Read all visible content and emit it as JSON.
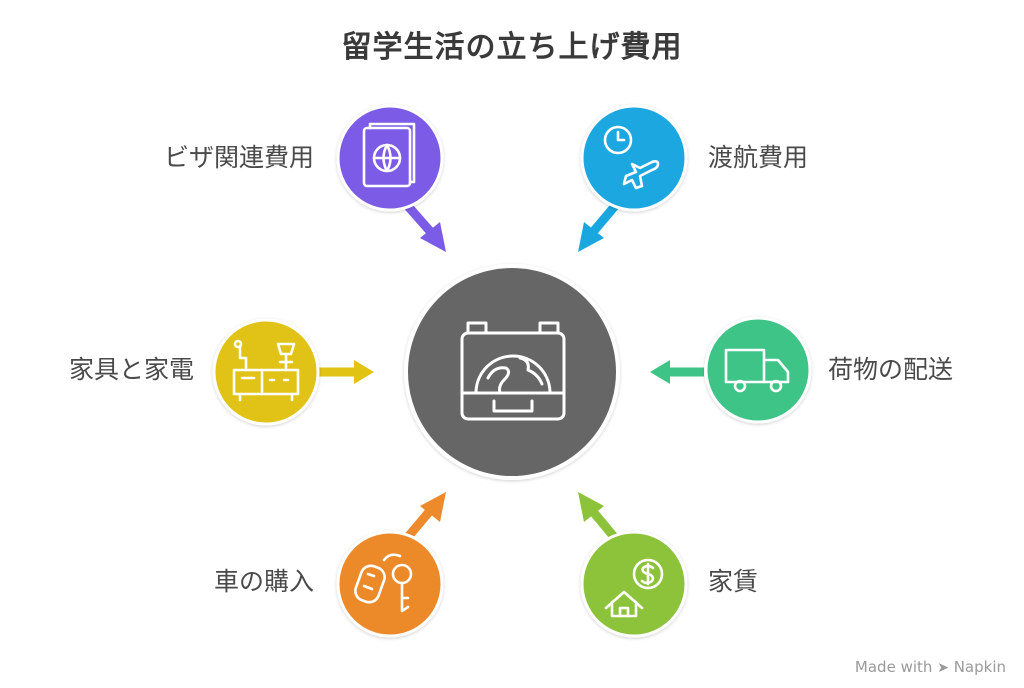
{
  "title": "留学生活の立ち上げ費用",
  "center": {
    "icon": "open-suitcase-globe-icon",
    "color": "#666666"
  },
  "items": [
    {
      "label": "ビザ関連費用",
      "icon": "passport-icon",
      "color": "#7b5ce6"
    },
    {
      "label": "渡航費用",
      "icon": "clock-airplane-icon",
      "color": "#1aa7e0"
    },
    {
      "label": "荷物の配送",
      "icon": "delivery-truck-icon",
      "color": "#3ec486"
    },
    {
      "label": "家賃",
      "icon": "house-dollar-icon",
      "color": "#8dc33a"
    },
    {
      "label": "車の購入",
      "icon": "car-key-icon",
      "color": "#ec8a2c"
    },
    {
      "label": "家具と家電",
      "icon": "furniture-icon",
      "color": "#e0c313"
    }
  ],
  "watermark": {
    "prefix": "Made with",
    "brand": "Napkin"
  }
}
